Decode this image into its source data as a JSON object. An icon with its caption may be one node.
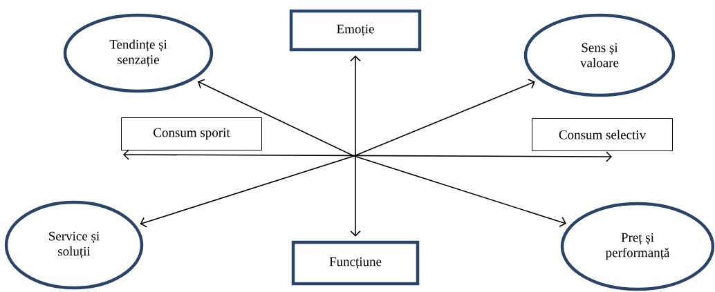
{
  "diagram": {
    "nodes": [
      {
        "text": [
          "Tendințe și senzație"
        ]
      },
      {
        "text": [
          "Emoție"
        ]
      },
      {
        "text": [
          "Sens și valoare"
        ]
      },
      {
        "text": [
          "Consum sporit"
        ]
      },
      {
        "text": [
          "Consum selectiv"
        ]
      },
      {
        "text": [
          "Service și soluții"
        ]
      },
      {
        "text": [
          "Funcțiune"
        ]
      },
      {
        "text": [
          "Preț și performanță"
        ]
      }
    ],
    "edges": [
      {
        "from": null,
        "to": 0,
        "arrow": "to"
      },
      {
        "from": 1,
        "to": 6,
        "arrow": "both"
      },
      {
        "from": 3,
        "to": 4,
        "arrow": "both"
      },
      {
        "from": null,
        "to": 2,
        "arrow": "to"
      },
      {
        "from": null,
        "to": 5,
        "arrow": "to"
      },
      {
        "from": null,
        "to": 7,
        "arrow": "to"
      }
    ]
  }
}
